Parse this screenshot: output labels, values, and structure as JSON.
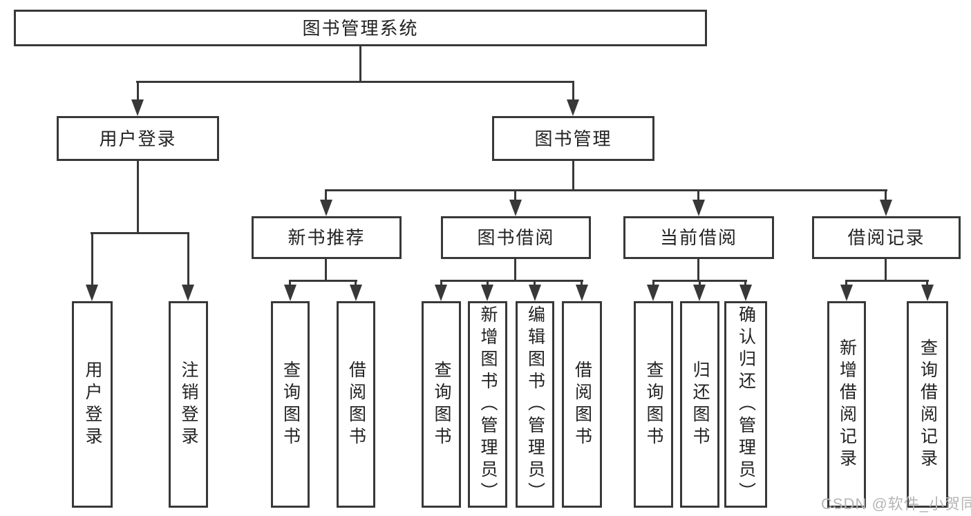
{
  "tree": {
    "root": {
      "label": "图书管理系统",
      "children": [
        {
          "label": "用户登录",
          "children": [
            {
              "label": "用户登录"
            },
            {
              "label": "注销登录"
            }
          ]
        },
        {
          "label": "图书管理",
          "children": [
            {
              "label": "新书推荐",
              "children": [
                {
                  "label": "查询图书"
                },
                {
                  "label": "借阅图书"
                }
              ]
            },
            {
              "label": "图书借阅",
              "children": [
                {
                  "label": "查询图书"
                },
                {
                  "label": "新增图书（管理员）"
                },
                {
                  "label": "编辑图书（管理员）"
                },
                {
                  "label": "借阅图书"
                }
              ]
            },
            {
              "label": "当前借阅",
              "children": [
                {
                  "label": "查询图书"
                },
                {
                  "label": "归还图书"
                },
                {
                  "label": "确认归还（管理员）"
                }
              ]
            },
            {
              "label": "借阅记录",
              "children": [
                {
                  "label": "新增借阅记录"
                },
                {
                  "label": "查询借阅记录"
                }
              ]
            }
          ]
        }
      ]
    }
  },
  "watermark": {
    "text": "CSDN @软件_小贺同学"
  },
  "colors": {
    "line": "#383838",
    "text": "#222222",
    "watermark": "#b5b5b5",
    "background": "#ffffff"
  }
}
